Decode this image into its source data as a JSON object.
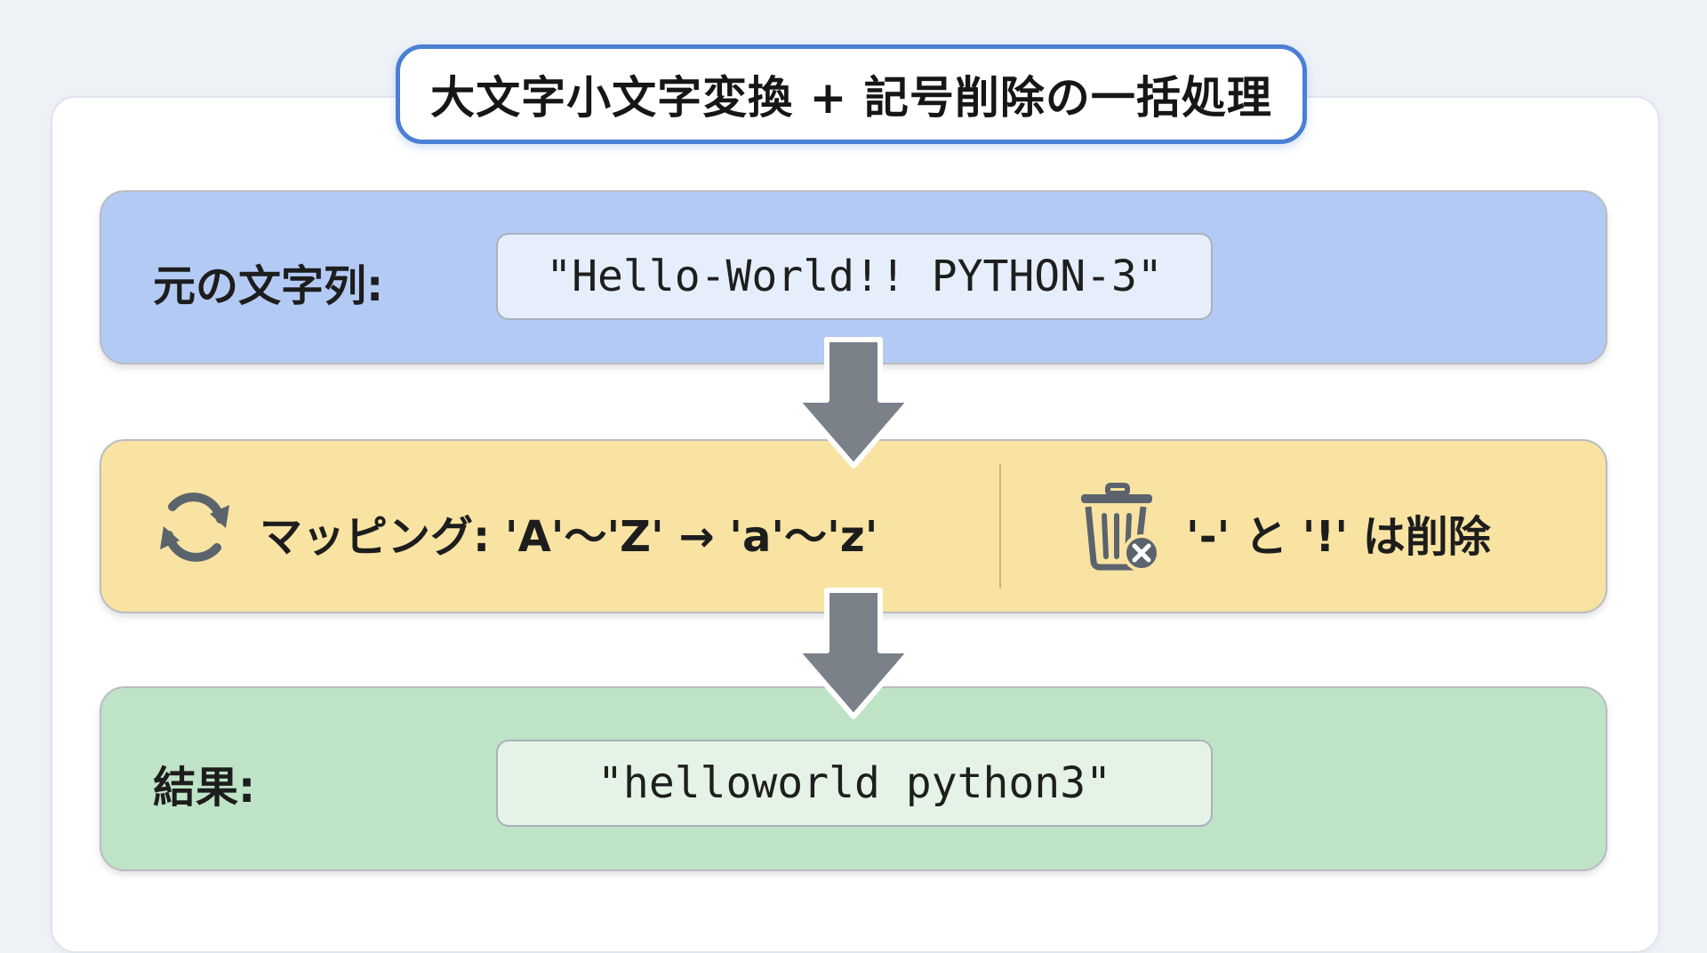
{
  "title": "大文字小文字変換 + 記号削除の一括処理",
  "input": {
    "label": "元の文字列:",
    "value": "\"Hello-World!! PYTHON-3\""
  },
  "process": {
    "mapping_icon": "refresh-icon",
    "mapping_text": "マッピング: 'A'〜'Z' → 'a'〜'z'",
    "delete_icon": "trash-delete-icon",
    "delete_text": "'-' と '!' は削除"
  },
  "result": {
    "label": "結果:",
    "value": "\"helloworld python3\""
  },
  "colors": {
    "title_border": "#4a7fd4",
    "input_bg": "#b3cbf4",
    "process_bg": "#f8e3a2",
    "result_bg": "#bfe3c6",
    "arrow": "#7b8189"
  }
}
